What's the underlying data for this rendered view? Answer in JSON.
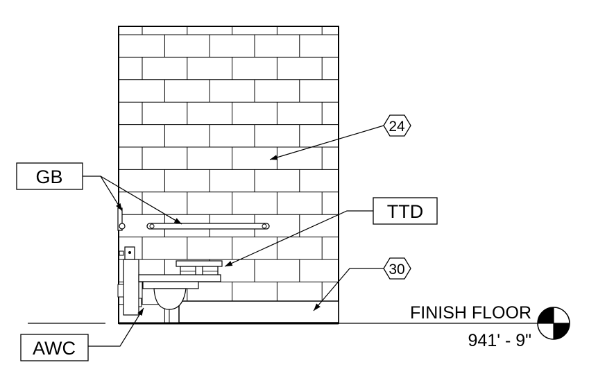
{
  "title": "",
  "tags": {
    "gb": "GB",
    "ttd": "TTD",
    "awc": "AWC"
  },
  "keynotes": {
    "wall": "24",
    "base": "30"
  },
  "level": {
    "name": "FINISH FLOOR",
    "elevation": "941' - 9\""
  }
}
